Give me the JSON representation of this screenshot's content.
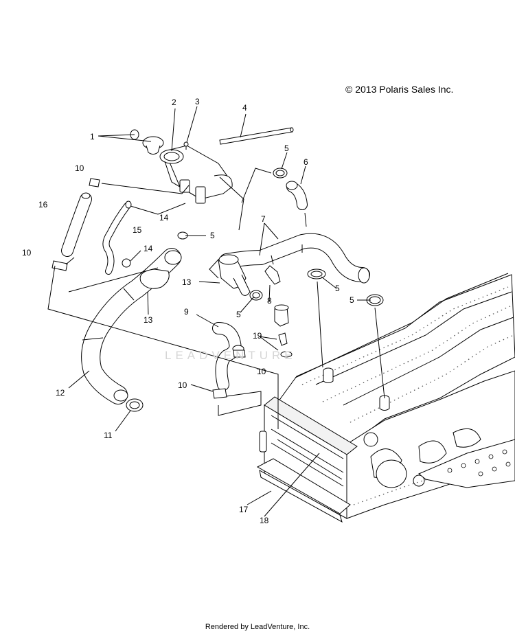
{
  "diagram": {
    "copyright": "© 2013 Polaris Sales Inc.",
    "footer": "Rendered by LeadVenture, Inc.",
    "watermark": "LEADVENTURE",
    "callouts": [
      "1",
      "2",
      "3",
      "4",
      "5",
      "5",
      "5",
      "5",
      "5",
      "6",
      "7",
      "8",
      "9",
      "10",
      "10",
      "10",
      "10",
      "11",
      "12",
      "13",
      "13",
      "14",
      "14",
      "15",
      "16",
      "17",
      "18",
      "19"
    ]
  }
}
